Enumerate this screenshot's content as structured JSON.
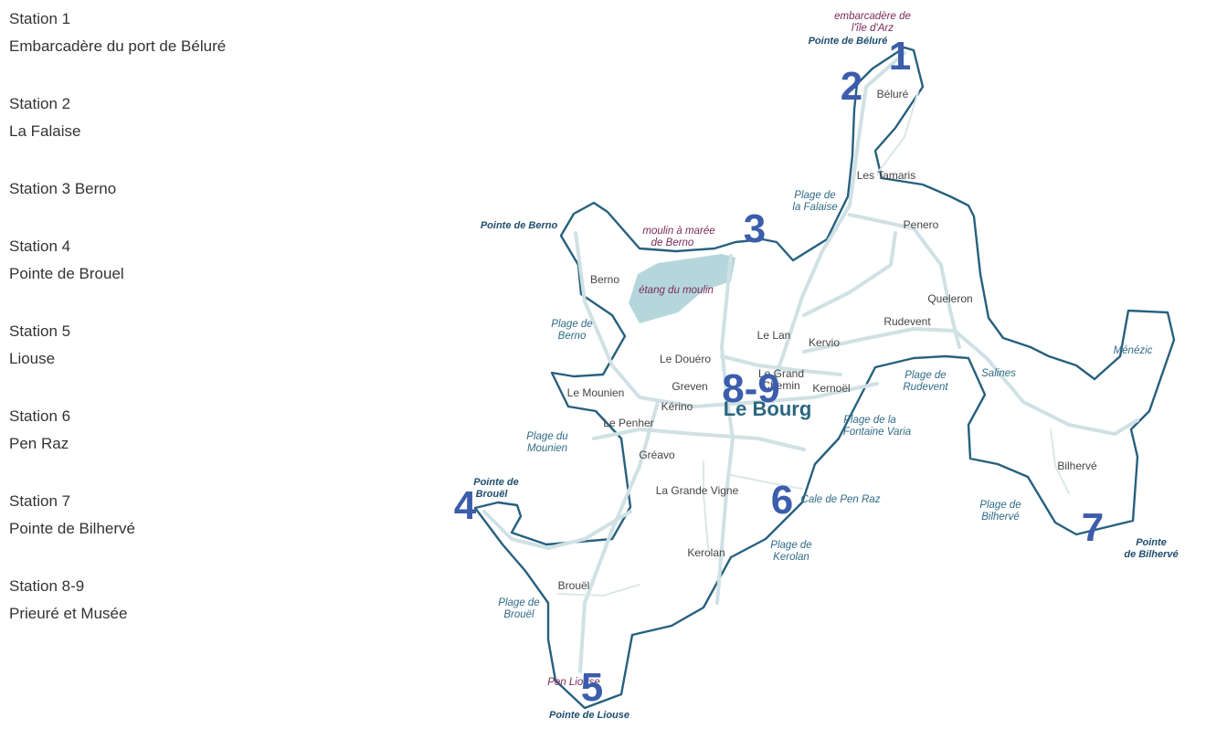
{
  "stations": [
    {
      "title": "Station 1",
      "subtitle": "Embarcadère du port de Béluré"
    },
    {
      "title": "Station 2",
      "subtitle": "La Falaise"
    },
    {
      "title": "Station 3 Berno",
      "subtitle": ""
    },
    {
      "title": "Station 4",
      "subtitle": "Pointe de Brouel"
    },
    {
      "title": "Station 5",
      "subtitle": "Liouse"
    },
    {
      "title": "Station 6",
      "subtitle": "Pen Raz"
    },
    {
      "title": "Station 7",
      "subtitle": "Pointe de Bilhervé"
    },
    {
      "title": "Station 8-9",
      "subtitle": "Prieuré et Musée"
    }
  ],
  "map": {
    "station_numbers": [
      "1",
      "2",
      "3",
      "4",
      "5",
      "6",
      "7",
      "8-9"
    ],
    "town": "Le Bourg",
    "places": [
      "Béluré",
      "Les Tamaris",
      "Penero",
      "Queleron",
      "Rudevent",
      "Kervio",
      "Le Lan",
      "Le Douéro",
      "Le Grand Chemin",
      "Greven",
      "Kernoël",
      "Le Mounien",
      "Kérino",
      "Le Penher",
      "Gréavo",
      "La Grande Vigne",
      "Kerolan",
      "Brouël",
      "Bilhervé",
      "Berno"
    ],
    "beaches": [
      "Plage de la Falaise",
      "Plage de Berno",
      "Plage du Mounien",
      "Plage de Brouël",
      "Plage de Rudevent",
      "Salines",
      "Plage de la Fontaine Varia",
      "Cale de Pen Raz",
      "Plage de Kerolan",
      "Plage de Bilhervé",
      "Ménézic"
    ],
    "points": [
      "Pointe de Béluré",
      "Pointe de Berno",
      "Pointe de Brouël",
      "Pointe de Liouse",
      "Pointe de Bilhervé"
    ],
    "landmarks": [
      "embarcadère de l'île d'Arz",
      "moulin à marée de Berno",
      "étang du moulin",
      "Pen Liouse"
    ],
    "colors": {
      "coast": "#27607e",
      "roads": "#cfe1e4",
      "pond": "#b5d7dc",
      "station_numbers": "#3b5dab",
      "landmark_text": "#7a2a5a"
    }
  }
}
